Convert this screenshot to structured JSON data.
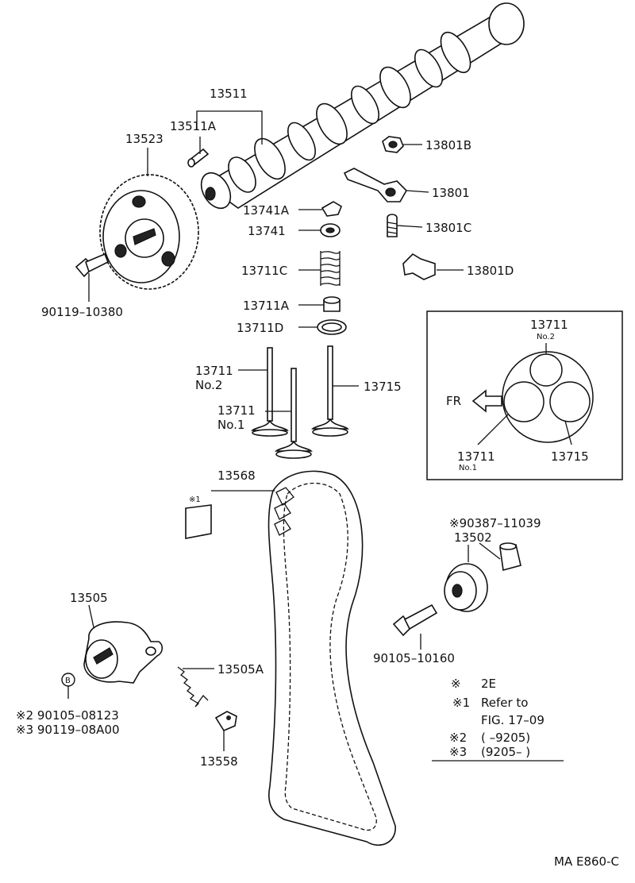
{
  "labels": {
    "p13511": "13511",
    "p13511A": "13511A",
    "p13523": "13523",
    "p90119_10380": "90119–10380",
    "p13801B": "13801B",
    "p13801": "13801",
    "p13801C": "13801C",
    "p13801D": "13801D",
    "p13741A": "13741A",
    "p13741": "13741",
    "p13711C": "13711C",
    "p13711A": "13711A",
    "p13711D": "13711D",
    "p13711_no2": "13711",
    "no2": "No.2",
    "p13711_no1": "13711",
    "no1": "No.1",
    "p13715": "13715",
    "p13568": "13568",
    "mark1_small": "※1",
    "p90387": "※90387–11039",
    "p13502": "13502",
    "p90105_10160": "90105–10160",
    "p13505": "13505",
    "p13505A": "13505A",
    "b_mark": "B",
    "p90105_08123": "※2 90105–08123",
    "p90119_08A00": "※3 90119–08A00",
    "p13558": "13558",
    "code": "MA E860-C"
  },
  "inset": {
    "p13711_top": "13711",
    "no2": "No.2",
    "fr": "FR",
    "p13711_bottom": "13711",
    "no1": "No.1",
    "p13715": "13715"
  },
  "legend": [
    {
      "mark": "※",
      "text": "2E"
    },
    {
      "mark": "※1",
      "text": "Refer to"
    },
    {
      "mark": "",
      "text": "FIG. 17–09"
    },
    {
      "mark": "※2",
      "text": "(        –9205)"
    },
    {
      "mark": "※3",
      "text": "(9205–        )"
    }
  ]
}
